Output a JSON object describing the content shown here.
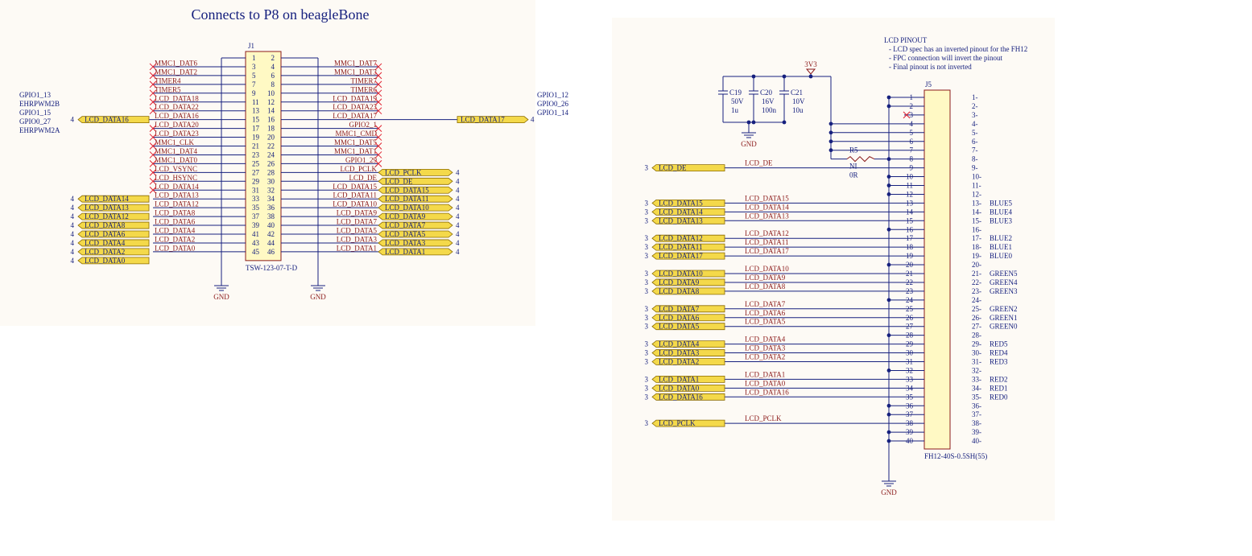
{
  "colors": {
    "wire": "#16207e",
    "body_stroke": "#8b1a1a",
    "body_fill": "#fff9c4",
    "port_fill": "#f4d94a",
    "port_stroke": "#8b6b00",
    "pin_text": "#16207e",
    "net_text": "#8b1a1a",
    "nc": "#e0202f",
    "junction": "#16207e",
    "sheet_left": "#fdfaf5",
    "sheet_right": "#fdfaf5"
  },
  "left": {
    "title": "Connects to P8 on beagleBone",
    "designator": "J1",
    "part": "TSW-123-07-T-D",
    "gnd_label": "GND",
    "rows": [
      {
        "lp": "1",
        "rp": "2",
        "ln": "",
        "rn": "",
        "lnc": false,
        "rnc": false,
        "lport": "",
        "rport": "",
        "lgnd": true,
        "rgnd": true
      },
      {
        "lp": "3",
        "rp": "4",
        "ln": "MMC1_DAT6",
        "rn": "MMC1_DAT7",
        "lnc": true,
        "rnc": true,
        "lport": "",
        "rport": ""
      },
      {
        "lp": "5",
        "rp": "6",
        "ln": "MMC1_DAT2",
        "rn": "MMC1_DAT3",
        "lnc": true,
        "rnc": true,
        "lport": "",
        "rport": ""
      },
      {
        "lp": "7",
        "rp": "8",
        "ln": "TIMER4",
        "rn": "TIMER7",
        "lnc": true,
        "rnc": true,
        "lport": "",
        "rport": ""
      },
      {
        "lp": "9",
        "rp": "10",
        "ln": "TIMER5",
        "rn": "TIMER6",
        "lnc": true,
        "rnc": true,
        "lport": "",
        "rport": ""
      },
      {
        "lp": "11",
        "rp": "12",
        "ln": "LCD_DATA18",
        "rn": "LCD_DATA19",
        "lnc": true,
        "rnc": true,
        "lport": "",
        "rport": ""
      },
      {
        "lp": "13",
        "rp": "14",
        "ln": "LCD_DATA22",
        "rn": "LCD_DATA23",
        "lnc": true,
        "rnc": true,
        "lport": "",
        "rport": ""
      },
      {
        "lp": "15",
        "rp": "16",
        "ln": "LCD_DATA16",
        "rn": "LCD_DATA17",
        "lnc": false,
        "rnc": false,
        "lport": "LCD_DATA16",
        "rport": "LCD_DATA17",
        "long": true
      },
      {
        "lp": "17",
        "rp": "18",
        "ln": "LCD_DATA20",
        "rn": "GPIO2_1",
        "lnc": true,
        "rnc": true,
        "lport": "",
        "rport": ""
      },
      {
        "lp": "19",
        "rp": "20",
        "ln": "LCD_DATA23",
        "rn": "MMC1_CMD",
        "lnc": true,
        "rnc": true,
        "lport": "",
        "rport": ""
      },
      {
        "lp": "21",
        "rp": "22",
        "ln": "MMC1_CLK",
        "rn": "MMC1_DAT5",
        "lnc": true,
        "rnc": true,
        "lport": "",
        "rport": ""
      },
      {
        "lp": "23",
        "rp": "24",
        "ln": "MMC1_DAT4",
        "rn": "MMC1_DAT1",
        "lnc": true,
        "rnc": true,
        "lport": "",
        "rport": ""
      },
      {
        "lp": "25",
        "rp": "26",
        "ln": "MMC1_DAT0",
        "rn": "GPIO1_29",
        "lnc": true,
        "rnc": true,
        "lport": "",
        "rport": ""
      },
      {
        "lp": "27",
        "rp": "28",
        "ln": "LCD_VSYNC",
        "rn": "LCD_PCLK",
        "lnc": true,
        "rnc": false,
        "lport": "",
        "rport": "LCD_PCLK"
      },
      {
        "lp": "29",
        "rp": "30",
        "ln": "LCD_HSYNC",
        "rn": "LCD_DE",
        "lnc": true,
        "rnc": false,
        "lport": "",
        "rport": "LCD_DE"
      },
      {
        "lp": "31",
        "rp": "32",
        "ln": "LCD_DATA14",
        "rn": "LCD_DATA15",
        "lnc": true,
        "rnc": false,
        "lport": "",
        "rport": "LCD_DATA15"
      },
      {
        "lp": "33",
        "rp": "34",
        "ln": "LCD_DATA13",
        "rn": "LCD_DATA11",
        "lnc": false,
        "rnc": false,
        "lport": "LCD_DATA14",
        "rport": "LCD_DATA11"
      },
      {
        "lp": "35",
        "rp": "36",
        "ln": "LCD_DATA12",
        "rn": "LCD_DATA10",
        "lnc": false,
        "rnc": false,
        "lport": "LCD_DATA13",
        "rport": "LCD_DATA10"
      },
      {
        "lp": "37",
        "rp": "38",
        "ln": "LCD_DATA8",
        "rn": "LCD_DATA9",
        "lnc": false,
        "rnc": false,
        "lport": "LCD_DATA12",
        "rport": "LCD_DATA9"
      },
      {
        "lp": "39",
        "rp": "40",
        "ln": "LCD_DATA6",
        "rn": "LCD_DATA7",
        "lnc": false,
        "rnc": false,
        "lport": "LCD_DATA8",
        "rport": "LCD_DATA7"
      },
      {
        "lp": "41",
        "rp": "42",
        "ln": "LCD_DATA4",
        "rn": "LCD_DATA5",
        "lnc": false,
        "rnc": false,
        "lport": "LCD_DATA6",
        "rport": "LCD_DATA5"
      },
      {
        "lp": "43",
        "rp": "44",
        "ln": "LCD_DATA2",
        "rn": "LCD_DATA3",
        "lnc": false,
        "rnc": false,
        "lport": "LCD_DATA4",
        "rport": "LCD_DATA3"
      },
      {
        "lp": "45",
        "rp": "46",
        "ln": "LCD_DATA0",
        "rn": "LCD_DATA1",
        "lnc": false,
        "rnc": false,
        "lport": "LCD_DATA2",
        "rport": "LCD_DATA1"
      }
    ],
    "extra_left_ports": [
      "LCD_DATA0"
    ],
    "left_port_sheet": "4",
    "right_port_sheet": "4",
    "left_gpio": [
      "GPIO1_13",
      "EHRPWM2B",
      "GPIO1_15",
      "GPIO0_27",
      "EHRPWM2A"
    ],
    "right_gpio": [
      "GPIO1_12",
      "GPIO0_26",
      "GPIO1_14"
    ]
  },
  "right": {
    "notes": [
      "LCD PINOUT",
      "- LCD spec has an inverted pinout for the FH12",
      "- FPC connection will invert the pinout",
      "- Final pinout is not inverted"
    ],
    "designator": "J5",
    "part": "FH12-40S-0.5SH(55)",
    "power": "3V3",
    "gnd_label": "GND",
    "caps": [
      {
        "ref": "C19",
        "v": "50V",
        "val": "1u"
      },
      {
        "ref": "C20",
        "v": "16V",
        "val": "100n"
      },
      {
        "ref": "C21",
        "v": "10V",
        "val": "10u"
      }
    ],
    "resistor": {
      "ref": "R5",
      "dnp": "NI",
      "val": "0R"
    },
    "port_sheet": "3",
    "pins": [
      {
        "n": "1",
        "lab": "1-",
        "col": ""
      },
      {
        "n": "2",
        "lab": "2-",
        "col": ""
      },
      {
        "n": "3",
        "lab": "3-",
        "col": ""
      },
      {
        "n": "4",
        "lab": "4-",
        "col": ""
      },
      {
        "n": "5",
        "lab": "5-",
        "col": ""
      },
      {
        "n": "6",
        "lab": "6-",
        "col": ""
      },
      {
        "n": "7",
        "lab": "7-",
        "col": ""
      },
      {
        "n": "8",
        "lab": "8-",
        "col": ""
      },
      {
        "n": "9",
        "lab": "9-",
        "col": ""
      },
      {
        "n": "10",
        "lab": "10-",
        "col": ""
      },
      {
        "n": "11",
        "lab": "11-",
        "col": ""
      },
      {
        "n": "12",
        "lab": "12-",
        "col": ""
      },
      {
        "n": "13",
        "lab": "13-",
        "col": "BLUE5"
      },
      {
        "n": "14",
        "lab": "14-",
        "col": "BLUE4"
      },
      {
        "n": "15",
        "lab": "15-",
        "col": "BLUE3"
      },
      {
        "n": "16",
        "lab": "16-",
        "col": ""
      },
      {
        "n": "17",
        "lab": "17-",
        "col": "BLUE2"
      },
      {
        "n": "18",
        "lab": "18-",
        "col": "BLUE1"
      },
      {
        "n": "19",
        "lab": "19-",
        "col": "BLUE0"
      },
      {
        "n": "20",
        "lab": "20-",
        "col": ""
      },
      {
        "n": "21",
        "lab": "21-",
        "col": "GREEN5"
      },
      {
        "n": "22",
        "lab": "22-",
        "col": "GREEN4"
      },
      {
        "n": "23",
        "lab": "23-",
        "col": "GREEN3"
      },
      {
        "n": "24",
        "lab": "24-",
        "col": ""
      },
      {
        "n": "25",
        "lab": "25-",
        "col": "GREEN2"
      },
      {
        "n": "26",
        "lab": "26-",
        "col": "GREEN1"
      },
      {
        "n": "27",
        "lab": "27-",
        "col": "GREEN0"
      },
      {
        "n": "28",
        "lab": "28-",
        "col": ""
      },
      {
        "n": "29",
        "lab": "29-",
        "col": "RED5"
      },
      {
        "n": "30",
        "lab": "30-",
        "col": "RED4"
      },
      {
        "n": "31",
        "lab": "31-",
        "col": "RED3"
      },
      {
        "n": "32",
        "lab": "32-",
        "col": ""
      },
      {
        "n": "33",
        "lab": "33-",
        "col": "RED2"
      },
      {
        "n": "34",
        "lab": "34-",
        "col": "RED1"
      },
      {
        "n": "35",
        "lab": "35-",
        "col": "RED0"
      },
      {
        "n": "36",
        "lab": "36-",
        "col": ""
      },
      {
        "n": "37",
        "lab": "37-",
        "col": ""
      },
      {
        "n": "38",
        "lab": "38-",
        "col": ""
      },
      {
        "n": "39",
        "lab": "39-",
        "col": ""
      },
      {
        "n": "40",
        "lab": "40-",
        "col": ""
      }
    ],
    "signals": [
      {
        "pin": 9,
        "port": "LCD_DE",
        "net": "LCD_DE"
      },
      {
        "pin": 13,
        "port": "LCD_DATA15",
        "net": "LCD_DATA15"
      },
      {
        "pin": 14,
        "port": "LCD_DATA14",
        "net": "LCD_DATA14"
      },
      {
        "pin": 15,
        "port": "LCD_DATA13",
        "net": "LCD_DATA13"
      },
      {
        "pin": 17,
        "port": "LCD_DATA12",
        "net": "LCD_DATA12"
      },
      {
        "pin": 18,
        "port": "LCD_DATA11",
        "net": "LCD_DATA11"
      },
      {
        "pin": 19,
        "port": "LCD_DATA17",
        "net": "LCD_DATA17"
      },
      {
        "pin": 21,
        "port": "LCD_DATA10",
        "net": "LCD_DATA10"
      },
      {
        "pin": 22,
        "port": "LCD_DATA9",
        "net": "LCD_DATA9"
      },
      {
        "pin": 23,
        "port": "LCD_DATA8",
        "net": "LCD_DATA8"
      },
      {
        "pin": 25,
        "port": "LCD_DATA7",
        "net": "LCD_DATA7"
      },
      {
        "pin": 26,
        "port": "LCD_DATA6",
        "net": "LCD_DATA6"
      },
      {
        "pin": 27,
        "port": "LCD_DATA5",
        "net": "LCD_DATA5"
      },
      {
        "pin": 29,
        "port": "LCD_DATA4",
        "net": "LCD_DATA4"
      },
      {
        "pin": 30,
        "port": "LCD_DATA3",
        "net": "LCD_DATA3"
      },
      {
        "pin": 31,
        "port": "LCD_DATA2",
        "net": "LCD_DATA2"
      },
      {
        "pin": 33,
        "port": "LCD_DATA1",
        "net": "LCD_DATA1"
      },
      {
        "pin": 34,
        "port": "LCD_DATA0",
        "net": "LCD_DATA0"
      },
      {
        "pin": 35,
        "port": "LCD_DATA16",
        "net": "LCD_DATA16"
      },
      {
        "pin": 38,
        "port": "LCD_PCLK",
        "net": "LCD_PCLK"
      }
    ],
    "gnd_pins": [
      1,
      2,
      10,
      11,
      12,
      16,
      20,
      24,
      28,
      32,
      36,
      37,
      39,
      40
    ],
    "pwr_pins": [
      4,
      5,
      6,
      7
    ],
    "nc_pins": [
      3
    ]
  }
}
